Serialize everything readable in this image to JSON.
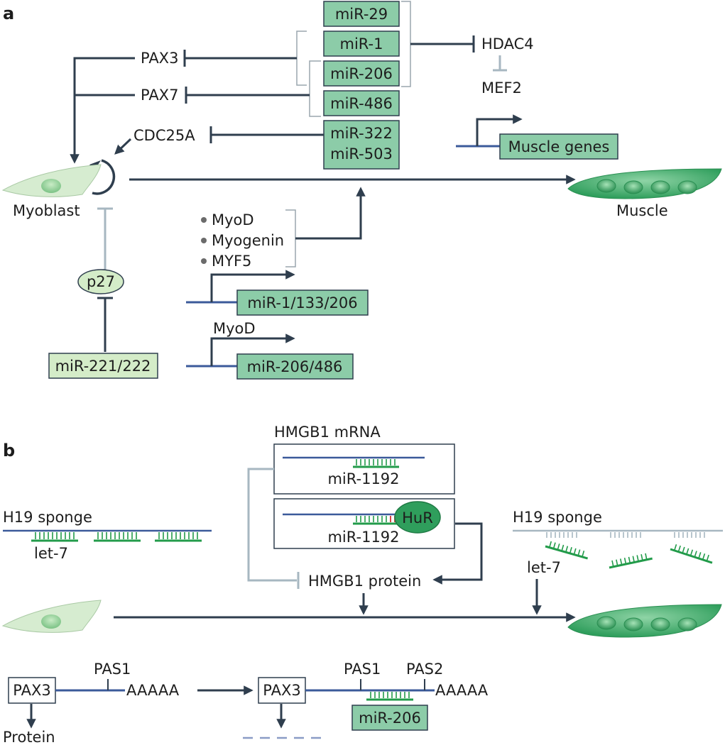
{
  "panels": [
    {
      "letter": "a"
    },
    {
      "letter": "b"
    }
  ],
  "colors": {
    "line": "#2f3e4e",
    "light_line": "#a7b7c1",
    "mirna_box": "#8ccca8",
    "light_box": "#d4ecc8",
    "muscle": "#2f9e5c",
    "myoblast": "#d6ecd0",
    "rna_blue": "#3b5a9a",
    "mirna_green": "#229b4a",
    "text": "#1d1d1d",
    "mismatch": "#d43030"
  },
  "panel_a": {
    "mirna_boxes": [
      "miR-29",
      "miR-1",
      "miR-206",
      "miR-486"
    ],
    "mir322": "miR-322",
    "mir503": "miR-503",
    "pax3": "PAX3",
    "pax7": "PAX7",
    "cdc25a": "CDC25A",
    "hdac4": "HDAC4",
    "mef2": "MEF2",
    "muscle_genes": "Muscle genes",
    "myoblast": "Myoblast",
    "muscle": "Muscle",
    "tfs": [
      "MyoD",
      "Myogenin",
      "MYF5"
    ],
    "mir_1_133_206": "miR-1/133/206",
    "myod": "MyoD",
    "mir_206_486": "miR-206/486",
    "p27": "p27",
    "mir221": "miR-221/222"
  },
  "panel_b": {
    "hmgb1_mrna": "HMGB1 mRNA",
    "mir1192_top": "miR-1192",
    "mir1192_bottom": "miR-1192",
    "hur": "HuR",
    "h19_left": "H19 sponge",
    "let7_left": "let-7",
    "h19_right": "H19 sponge",
    "let7_right": "let-7",
    "hmgb1_protein": "HMGB1 protein",
    "pax3_left": "PAX3",
    "pas1_left": "PAS1",
    "polya_left": "AAAAA",
    "protein": "Protein",
    "pax3_right": "PAX3",
    "pas1_right": "PAS1",
    "pas2_right": "PAS2",
    "polya_right": "AAAAA",
    "mir206": "miR-206"
  }
}
